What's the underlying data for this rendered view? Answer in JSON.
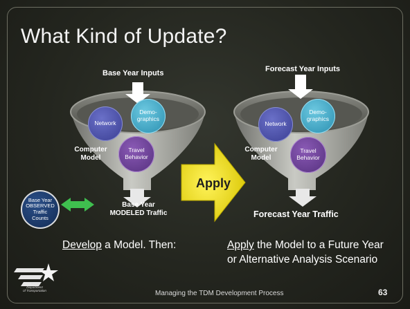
{
  "title": "What Kind of Update?",
  "left_funnel": {
    "input_label": "Base Year Inputs",
    "circles": {
      "network": "Network",
      "demographics": "Demo-\ngraphics",
      "travel_behavior": "Travel\nBehavior"
    },
    "model_label": "Computer\nModel",
    "output_label": "Base Year\nMODELED Traffic"
  },
  "right_funnel": {
    "input_label": "Forecast Year Inputs",
    "circles": {
      "network": "Network",
      "demographics": "Demo-\ngraphics",
      "travel_behavior": "Travel\nBehavior"
    },
    "model_label": "Computer\nModel",
    "output_label": "Forecast Year Traffic"
  },
  "observed_counts": "Base Year\nOBSERVED\nTraffic\nCounts",
  "apply_label": "Apply",
  "captions": {
    "left_underlined": "Develop",
    "left_rest": " a Model. Then:",
    "right_underlined": "Apply",
    "right_rest": " the Model to a Future Year or Alternative Analysis Scenario"
  },
  "footer": "Managing the TDM Development Process",
  "page_number": "63",
  "logo_text": "Texas\nDepartment\nof Transportation",
  "colors": {
    "network_circle": "#4a4faa",
    "demographics_circle": "#3ba6c4",
    "travel_circle": "#6b3f95",
    "observed_circle": "#1a3a6b",
    "apply_box": "#e8e000",
    "double_arrow": "#3fbf4f"
  },
  "icons": {
    "down_arrow": "down-arrow-icon",
    "double_arrow": "double-arrow-icon",
    "apply_arrow": "apply-arrow-icon",
    "star": "txdot-star-icon"
  }
}
